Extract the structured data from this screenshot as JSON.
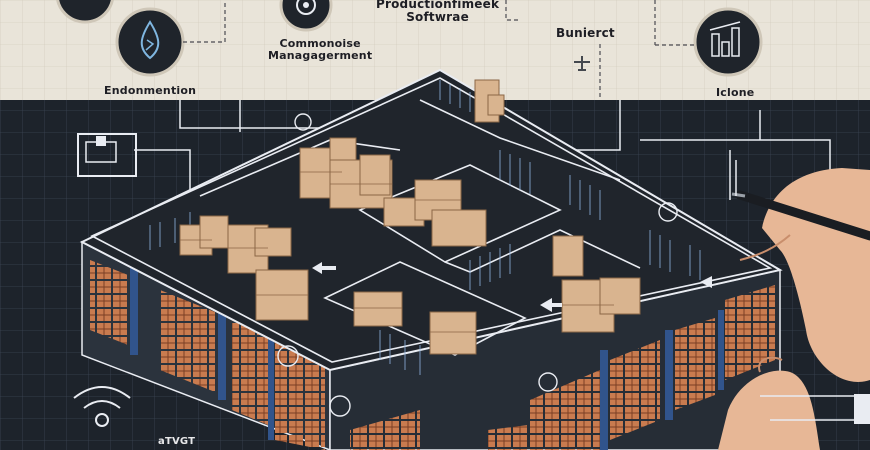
{
  "labels": {
    "production_line1": "Productionfimeek",
    "production_line2": "Softwrae",
    "commerce_line1": "Commonoise",
    "commerce_line2": "Managagerment",
    "bunierct": "Bunierct",
    "endonmention": "Endonmention",
    "iclone": "Iclone",
    "bottom": "aTVGT"
  },
  "icons": {
    "top_left": "circle-badge-icon",
    "droplet": "droplet-icon",
    "gear": "gear-icon",
    "chart": "bar-chart-icon",
    "wifi": "wifi-icon",
    "monitor": "monitor-icon",
    "tap": "faucet-icon"
  },
  "colors": {
    "paper": "#e9e4d9",
    "grid_dark": "#1d232b",
    "warehouse_floor": "#22272e",
    "box": "#d9b48f",
    "window": "#c97b4f",
    "line": "#e9ecf2",
    "skin": "#e7b796"
  }
}
